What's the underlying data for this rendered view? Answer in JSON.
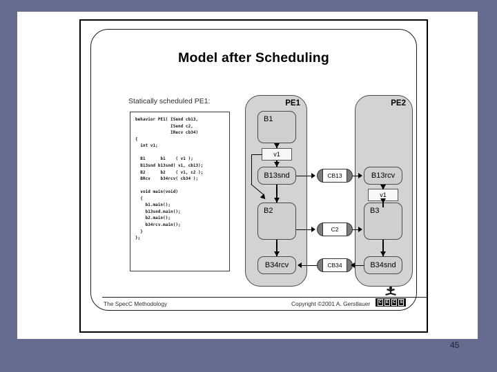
{
  "slide": {
    "title": "Model after Scheduling",
    "page_number": "45",
    "background_color": "#656c90",
    "paper_color": "#ffffff"
  },
  "left_panel": {
    "caption": "Statically scheduled PE1:",
    "code": "behavior PE1( ISend cb13,\n              ISend c2,\n              IRecv cb34)\n{\n  int v1;\n\n  B1      b1    ( v1 );\n  B13snd b13snd( v1, cb13);\n  B2      b2    ( v1, c2 );\n  BRcv    b34rcv( cb34 );\n\n  void main(void)\n  {\n    b1.main();\n    b13snd.main();\n    b2.main();\n    b34rcv.main();\n  }\n};"
  },
  "diagram": {
    "pe1": {
      "title": "PE1",
      "blocks": [
        {
          "id": "b1",
          "label": "B1"
        },
        {
          "id": "b13snd",
          "label": "B13snd"
        },
        {
          "id": "b2",
          "label": "B2"
        },
        {
          "id": "b34rcv",
          "label": "B34rcv"
        }
      ],
      "variable": "v1"
    },
    "pe2": {
      "title": "PE2",
      "blocks": [
        {
          "id": "b13rcv",
          "label": "B13rcv"
        },
        {
          "id": "b3",
          "label": "B3"
        },
        {
          "id": "b34snd",
          "label": "B34snd"
        }
      ],
      "variable": "v1"
    },
    "channels": [
      {
        "id": "cb13",
        "label": "CB13",
        "direction": "left-to-right"
      },
      {
        "id": "c2",
        "label": "C2",
        "direction": "left-to-right"
      },
      {
        "id": "cb34",
        "label": "CB34",
        "direction": "right-to-left"
      }
    ],
    "colors": {
      "pe_fill": "#d3d3d3",
      "block_fill": "#cfcfcf",
      "var_fill": "#f7f7f7",
      "channel_cap": "#7b7b7b",
      "outline": "#4a4a4a"
    }
  },
  "footer": {
    "left": "The SpecC Methodology",
    "right": "Copyright ©2001 A. Gerstlauer",
    "logo_letters": [
      "C",
      "E",
      "C",
      "S"
    ]
  }
}
